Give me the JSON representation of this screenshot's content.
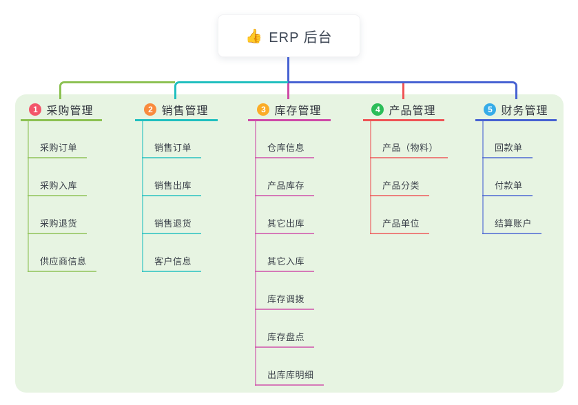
{
  "root": {
    "icon": "👍",
    "title": "ERP 后台"
  },
  "colors": {
    "panel_bg": "#e7f4e2",
    "bus_blue": "#4661d2"
  },
  "branches": [
    {
      "badge": "1",
      "label": "采购管理",
      "badge_color": "#f3566a",
      "line_color": "#8cc152",
      "children": [
        "采购订单",
        "采购入库",
        "采购退货",
        "供应商信息"
      ]
    },
    {
      "badge": "2",
      "label": "销售管理",
      "badge_color": "#f98b3e",
      "line_color": "#20bfbf",
      "children": [
        "销售订单",
        "销售出库",
        "销售退货",
        "客户信息"
      ]
    },
    {
      "badge": "3",
      "label": "库存管理",
      "badge_color": "#fbac27",
      "line_color": "#ce49a7",
      "children": [
        "仓库信息",
        "产品库存",
        "其它出库",
        "其它入库",
        "库存调拨",
        "库存盘点",
        "出库库明细"
      ]
    },
    {
      "badge": "4",
      "label": "产品管理",
      "badge_color": "#2cbd58",
      "line_color": "#ef5355",
      "children": [
        "产品（物料）",
        "产品分类",
        "产品单位"
      ]
    },
    {
      "badge": "5",
      "label": "财务管理",
      "badge_color": "#36ace8",
      "line_color": "#4661d2",
      "children": [
        "回款单",
        "付款单",
        "结算账户"
      ]
    }
  ]
}
